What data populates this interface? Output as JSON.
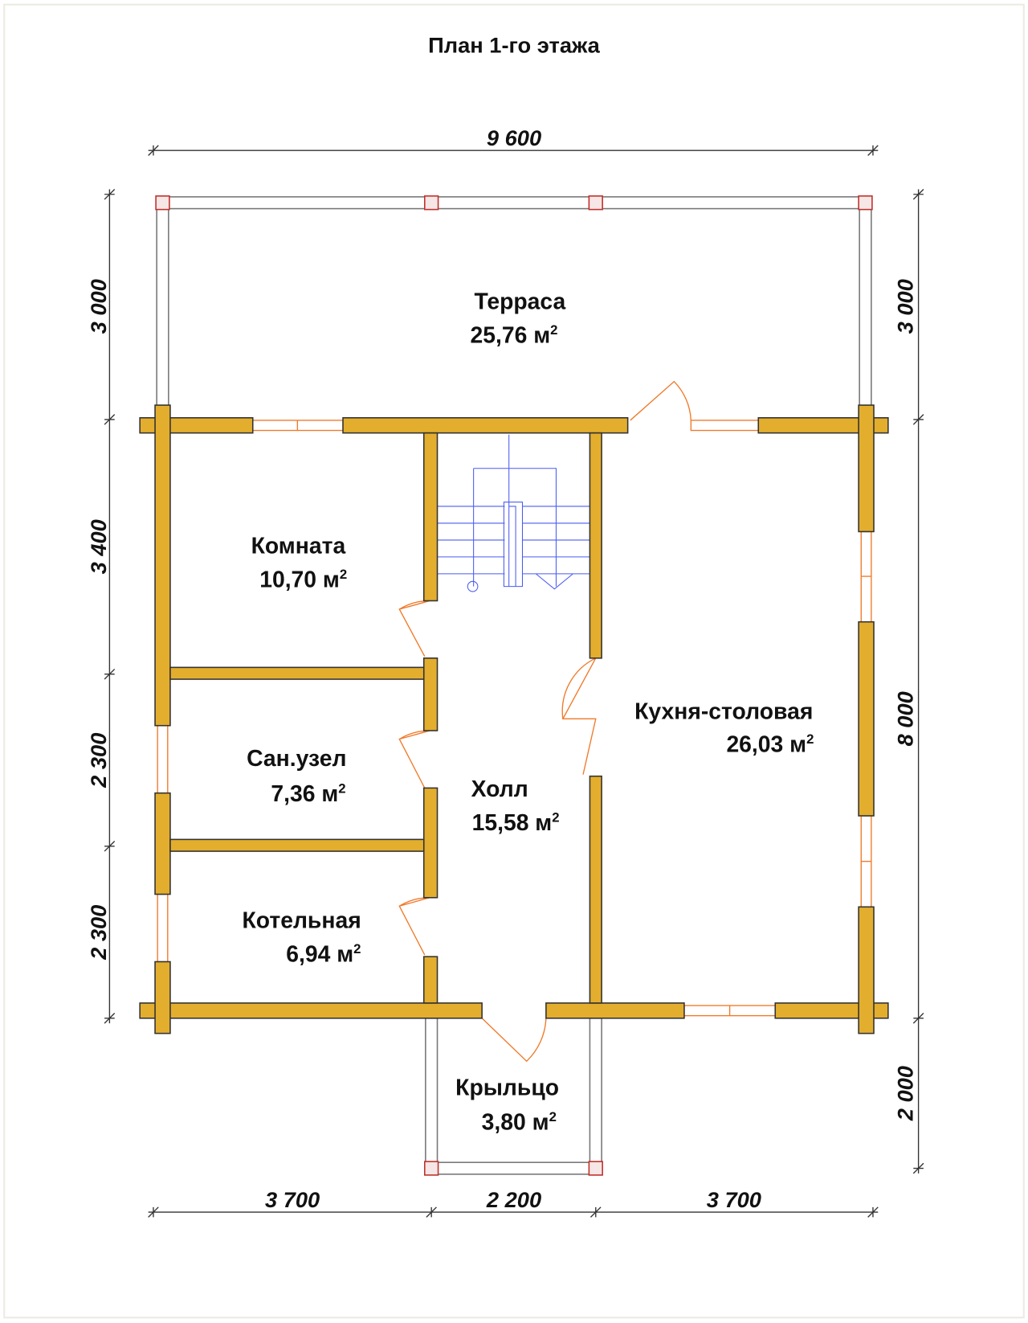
{
  "title": "План 1-го этажа",
  "rooms": [
    {
      "name": "Терраса",
      "area": "25,76 м",
      "sup": "2"
    },
    {
      "name": "Комната",
      "area": "10,70 м",
      "sup": "2"
    },
    {
      "name": "Сан.узел",
      "area": "7,36 м",
      "sup": "2"
    },
    {
      "name": "Котельная",
      "area": "6,94 м",
      "sup": "2"
    },
    {
      "name": "Холл",
      "area": "15,58 м",
      "sup": "2"
    },
    {
      "name": "Кухня-столовая",
      "area": "26,03 м",
      "sup": "2"
    },
    {
      "name": "Крыльцо",
      "area": "3,80 м",
      "sup": "2"
    }
  ],
  "dimensions": {
    "top": "9 600",
    "left": [
      "3 000",
      "3 400",
      "2 300",
      "2 300"
    ],
    "right": [
      "3 000",
      "8 000",
      "2 000"
    ],
    "bottom": [
      "3 700",
      "2 200",
      "3 700"
    ]
  },
  "colors": {
    "wall": "#E3AE2E",
    "window": "#f07a2a",
    "stairs": "#4a5cf0",
    "post": "#c0302a"
  }
}
